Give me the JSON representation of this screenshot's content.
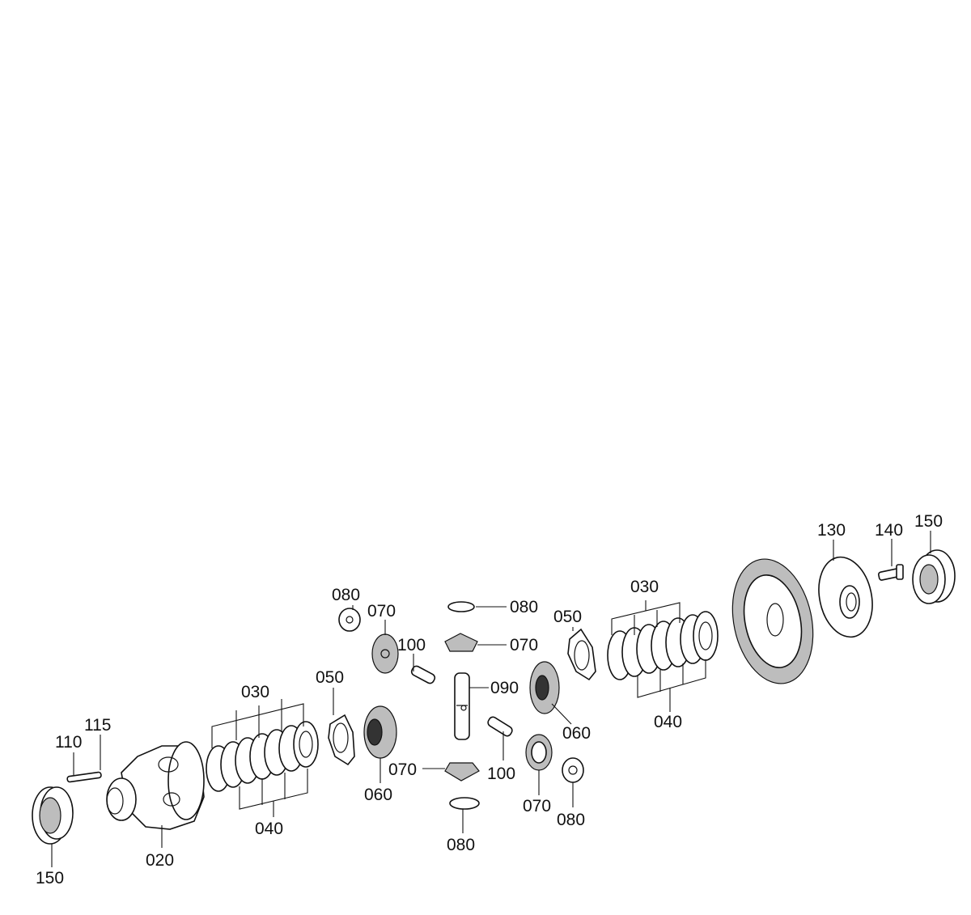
{
  "labels": {
    "p150_left": "150",
    "p110": "110",
    "p115": "115",
    "p020": "020",
    "p030_left": "030",
    "p040_left": "040",
    "p050_left": "050",
    "p060_left": "060",
    "p080_ul": "080",
    "p070_ul": "070",
    "p100_upper": "100",
    "p080_top": "080",
    "p070_top": "070",
    "p090": "090",
    "p070_bottom": "070",
    "p080_bottom": "080",
    "p100_lower": "100",
    "p070_lr": "070",
    "p080_lr": "080",
    "p060_right": "060",
    "p050_right": "050",
    "p030_right": "030",
    "p040_right": "040",
    "p130": "130",
    "p140": "140",
    "p150_right": "150"
  },
  "colors": {
    "line": "#111111",
    "background": "#ffffff"
  }
}
